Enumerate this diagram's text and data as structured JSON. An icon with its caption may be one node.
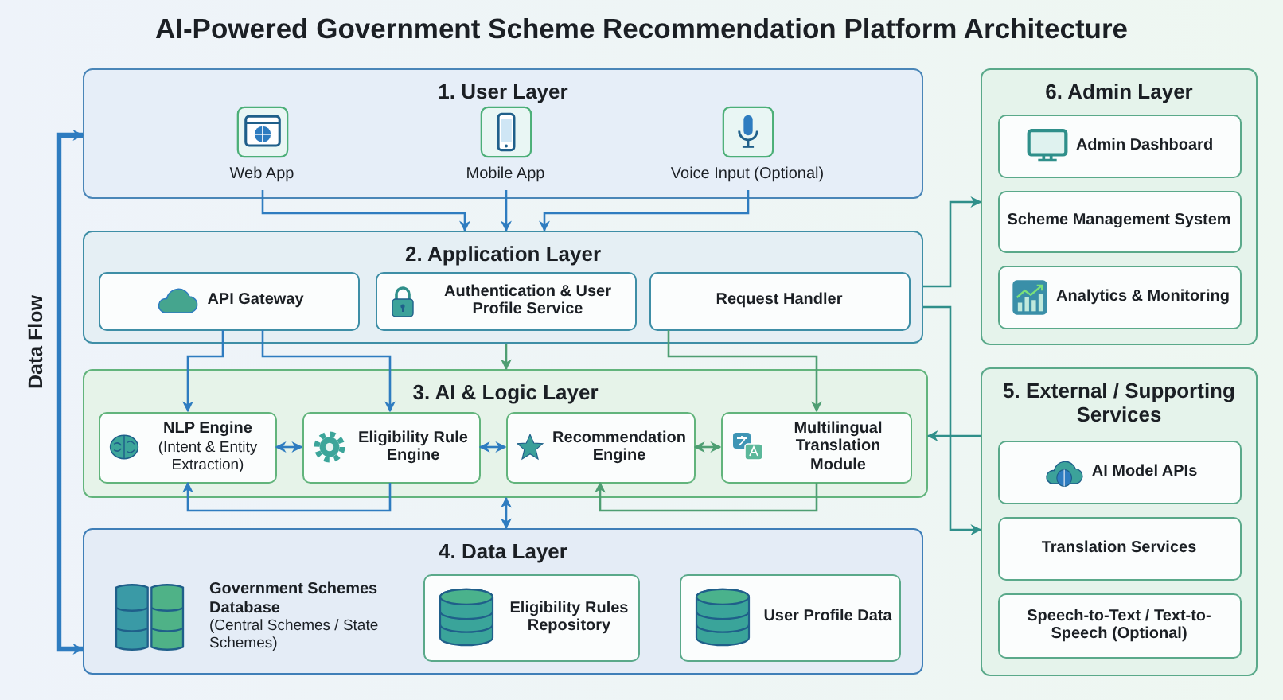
{
  "diagram": {
    "title": "AI-Powered Government Scheme Recommendation Platform Architecture",
    "nodes": [
      {
        "text": [
          "1. User Layer"
        ]
      },
      {
        "text": [
          "Web App"
        ],
        "in": 0
      },
      {
        "text": [
          "Mobile App"
        ],
        "in": 0
      },
      {
        "text": [
          "Voice Input (Optional)"
        ],
        "in": 0
      },
      {
        "text": [
          "2. Application Layer"
        ]
      },
      {
        "text": [
          "API Gateway"
        ],
        "in": 4
      },
      {
        "text": [
          "Authentication & User Profile Service"
        ],
        "in": 4
      },
      {
        "text": [
          "Request Handler"
        ],
        "in": 4
      },
      {
        "text": [
          "3. AI & Logic Layer"
        ]
      },
      {
        "text": [
          "NLP Engine",
          "(Intent & Entity Extraction)"
        ],
        "in": 8
      },
      {
        "text": [
          "Eligibility Rule Engine"
        ],
        "in": 8
      },
      {
        "text": [
          "Recommendation Engine"
        ],
        "in": 8
      },
      {
        "text": [
          "Multilingual Translation Module"
        ],
        "in": 8
      },
      {
        "text": [
          "4. Data Layer"
        ]
      },
      {
        "text": [
          "Government Schemes Database",
          "(Central Schemes / State Schemes)"
        ],
        "in": 13
      },
      {
        "text": [
          "Eligibility Rules Repository"
        ],
        "in": 13
      },
      {
        "text": [
          "User Profile Data"
        ],
        "in": 13
      },
      {
        "text": [
          "6. Admin Layer"
        ]
      },
      {
        "text": [
          "Admin Dashboard"
        ],
        "in": 17
      },
      {
        "text": [
          "Scheme Management System"
        ],
        "in": 17
      },
      {
        "text": [
          "Analytics & Monitoring"
        ],
        "in": 17
      },
      {
        "text": [
          "5. External / Supporting Services"
        ]
      },
      {
        "text": [
          "AI Model APIs"
        ],
        "in": 21
      },
      {
        "text": [
          "Translation Services"
        ],
        "in": 21
      },
      {
        "text": [
          "Speech-to-Text / Text-to-Speech (Optional)"
        ],
        "in": 21
      }
    ],
    "edges": [
      {
        "from": 1,
        "to": 4,
        "arrow": "to"
      },
      {
        "from": 2,
        "to": 4,
        "arrow": "to"
      },
      {
        "from": 3,
        "to": 4,
        "arrow": "to"
      },
      {
        "from": 5,
        "to": 9,
        "arrow": "to"
      },
      {
        "from": 5,
        "to": 10,
        "arrow": "to"
      },
      {
        "from": 4,
        "to": 8,
        "arrow": "to",
        "color": "#4e9e72"
      },
      {
        "from": 7,
        "to": 12,
        "arrow": "to",
        "color": "#4e9e72"
      },
      {
        "from": 9,
        "to": 10,
        "arrow": "both"
      },
      {
        "from": 10,
        "to": 11,
        "arrow": "both"
      },
      {
        "from": 11,
        "to": 12,
        "arrow": "both",
        "color": "#4e9e72"
      },
      {
        "from": 10,
        "to": 9,
        "arrow": "to"
      },
      {
        "from": 12,
        "to": 11,
        "arrow": "to",
        "color": "#4e9e72"
      },
      {
        "from": 8,
        "to": 13,
        "arrow": "both"
      },
      {
        "from": 13,
        "to": 0,
        "arrow": "both",
        "label": "Data Flow",
        "style": "thick"
      },
      {
        "from": 4,
        "to": 17,
        "arrow": "to",
        "color": "#2f8f8a"
      },
      {
        "from": 4,
        "to": 21,
        "arrow": "to",
        "color": "#2f8f8a"
      },
      {
        "from": 21,
        "to": 8,
        "arrow": "to",
        "color": "#2f8f8a"
      }
    ]
  }
}
